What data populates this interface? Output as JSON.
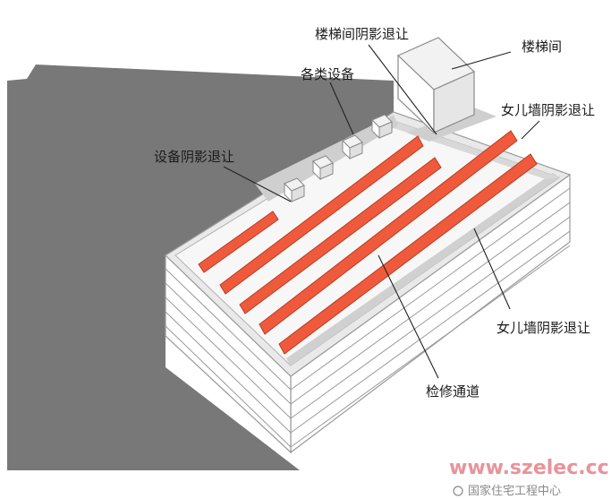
{
  "labels": {
    "stair_shadow": "楼梯间阴影退让",
    "stairwell": "楼梯间",
    "equipment": "各类设备",
    "parapet_shadow_top": "女儿墙阴影退让",
    "equipment_shadow": "设备阴影退让",
    "parapet_shadow_right": "女儿墙阴影退让",
    "maintenance_path": "检修通道"
  },
  "watermark": {
    "url": "www.szelec.cc",
    "org": "国家住宅工程中心"
  },
  "colors": {
    "shadow": "#787878",
    "panel": "#f05a3c",
    "panel_stroke": "#b83c22",
    "roof": "#f7f7f7",
    "watermark_url": "#e8939b"
  }
}
